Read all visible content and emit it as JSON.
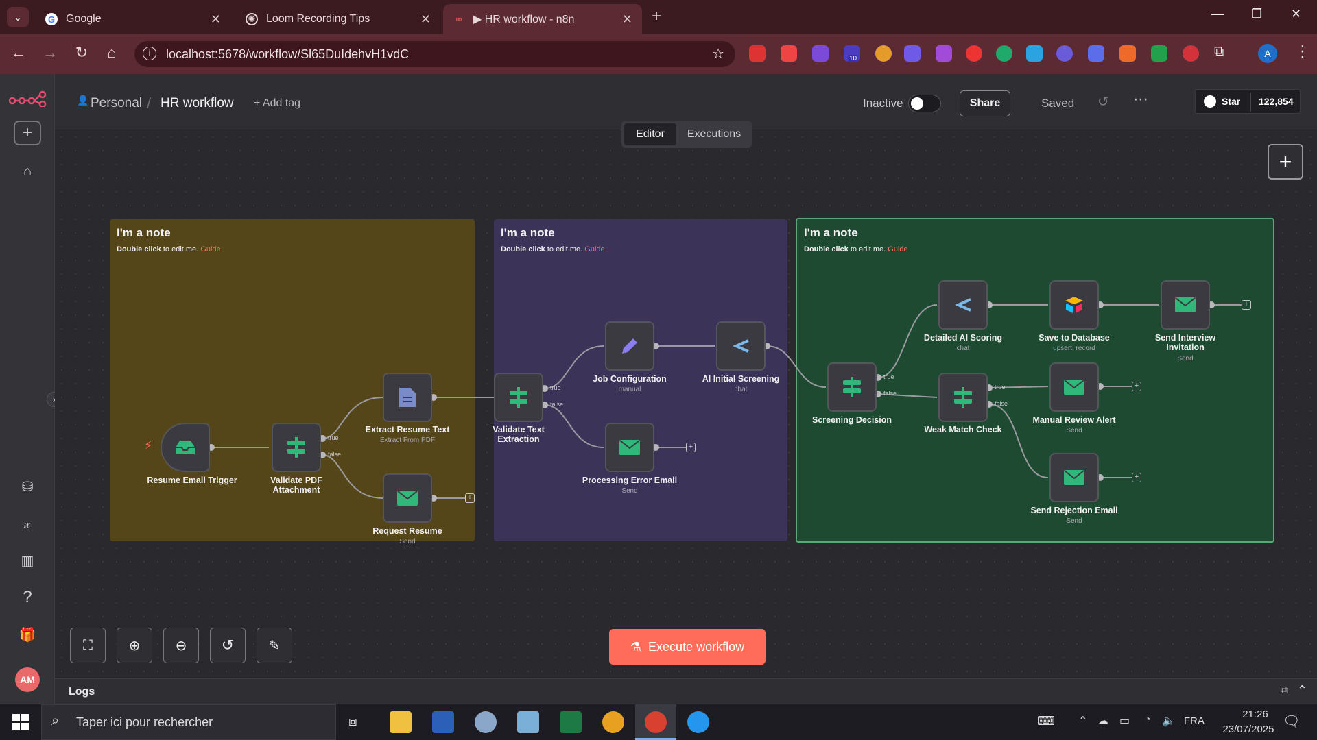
{
  "browser": {
    "tabs": [
      {
        "title": "Google"
      },
      {
        "title": "Loom Recording Tips"
      },
      {
        "title": "▶ HR workflow - n8n"
      }
    ],
    "url": "localhost:5678/workflow/Sl65DuIdehvH1vdC",
    "profile_initial": "A",
    "ext_badge": "10"
  },
  "header": {
    "project": "Personal",
    "workflow_name": "HR workflow",
    "add_tag": "+ Add tag",
    "status": "Inactive",
    "share": "Share",
    "saved": "Saved",
    "github_star": "Star",
    "star_count": "122,854",
    "tabs": {
      "editor": "Editor",
      "executions": "Executions"
    }
  },
  "notes": [
    {
      "title": "I'm a note",
      "bold": "Double click",
      "text": " to edit me. ",
      "link": "Guide",
      "color": "#554619"
    },
    {
      "title": "I'm a note",
      "bold": "Double click",
      "text": " to edit me. ",
      "link": "Guide",
      "color": "#3b3358"
    },
    {
      "title": "I'm a note",
      "bold": "Double click",
      "text": " to edit me. ",
      "link": "Guide",
      "color": "#1e4a32"
    }
  ],
  "nodes": {
    "resume_trigger": {
      "label": "Resume Email Trigger"
    },
    "validate_pdf": {
      "label": "Validate PDF Attachment"
    },
    "extract_resume": {
      "label": "Extract Resume Text",
      "sub": "Extract From PDF"
    },
    "request_resume": {
      "label": "Request Resume",
      "sub": "Send"
    },
    "validate_text": {
      "label": "Validate Text Extraction"
    },
    "job_config": {
      "label": "Job Configuration",
      "sub": "manual"
    },
    "ai_screening": {
      "label": "AI Initial Screening",
      "sub": "chat"
    },
    "processing_error": {
      "label": "Processing Error Email",
      "sub": "Send"
    },
    "screening_decision": {
      "label": "Screening Decision"
    },
    "detailed_scoring": {
      "label": "Detailed AI Scoring",
      "sub": "chat"
    },
    "save_db": {
      "label": "Save to Database",
      "sub": "upsert: record"
    },
    "send_interview": {
      "label": "Send Interview Invitation",
      "sub": "Send"
    },
    "weak_match": {
      "label": "Weak Match Check"
    },
    "manual_review": {
      "label": "Manual Review Alert",
      "sub": "Send"
    },
    "send_rejection": {
      "label": "Send Rejection Email",
      "sub": "Send"
    }
  },
  "branch_labels": {
    "true": "true",
    "false": "false"
  },
  "execute_button": "Execute workflow",
  "logs": "Logs",
  "user_avatar": "AM",
  "taskbar": {
    "search_placeholder": "Taper ici pour rechercher",
    "language": "FRA",
    "time": "21:26",
    "date": "23/07/2025",
    "notif_count": "1"
  }
}
